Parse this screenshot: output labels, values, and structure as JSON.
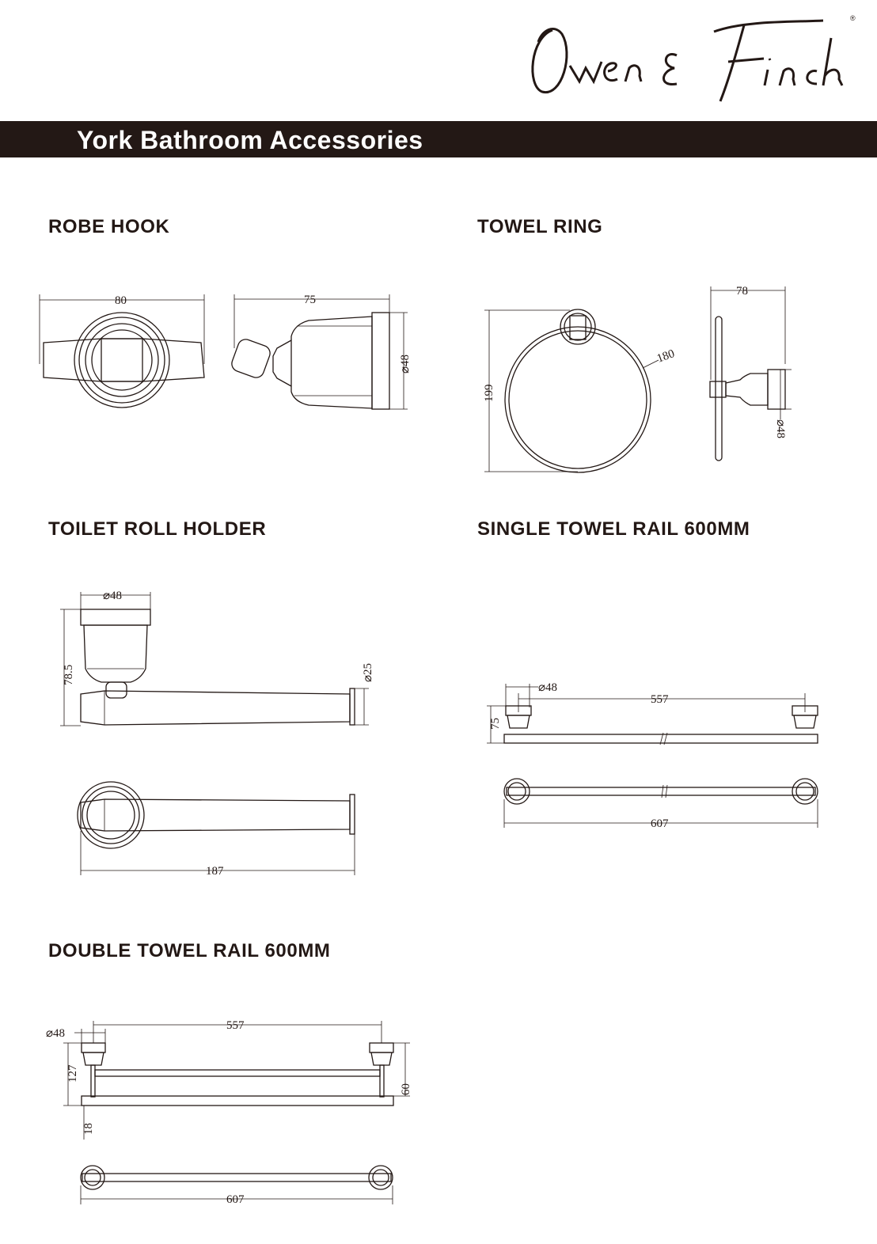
{
  "brand": {
    "logo_text": "Owen & Finch",
    "registered_mark": "®"
  },
  "banner": {
    "title": "York Bathroom Accessories"
  },
  "colors": {
    "ink": "#231815",
    "banner_bg": "#231815",
    "banner_text": "#ffffff",
    "page_bg": "#ffffff"
  },
  "sections": {
    "robe_hook": {
      "title": "ROBE HOOK",
      "dims": {
        "width": "80",
        "depth": "75",
        "dia": "⌀48"
      }
    },
    "towel_ring": {
      "title": "TOWEL RING",
      "dims": {
        "height": "199",
        "ring": "180",
        "depth": "78",
        "dia": "⌀48"
      }
    },
    "toilet_roll": {
      "title": "TOILET ROLL HOLDER",
      "dims": {
        "dia_base": "⌀48",
        "height": "78.5",
        "dia_bar": "⌀25",
        "length": "187"
      }
    },
    "single_rail": {
      "title": "SINGLE TOWEL RAIL 600MM",
      "dims": {
        "dia": "⌀48",
        "span": "557",
        "depth": "75",
        "length": "607"
      }
    },
    "double_rail": {
      "title": "DOUBLE TOWEL RAIL 600MM",
      "dims": {
        "dia": "⌀48",
        "span": "557",
        "depth": "127",
        "gap": "60",
        "bar": "18",
        "length": "607"
      }
    }
  }
}
